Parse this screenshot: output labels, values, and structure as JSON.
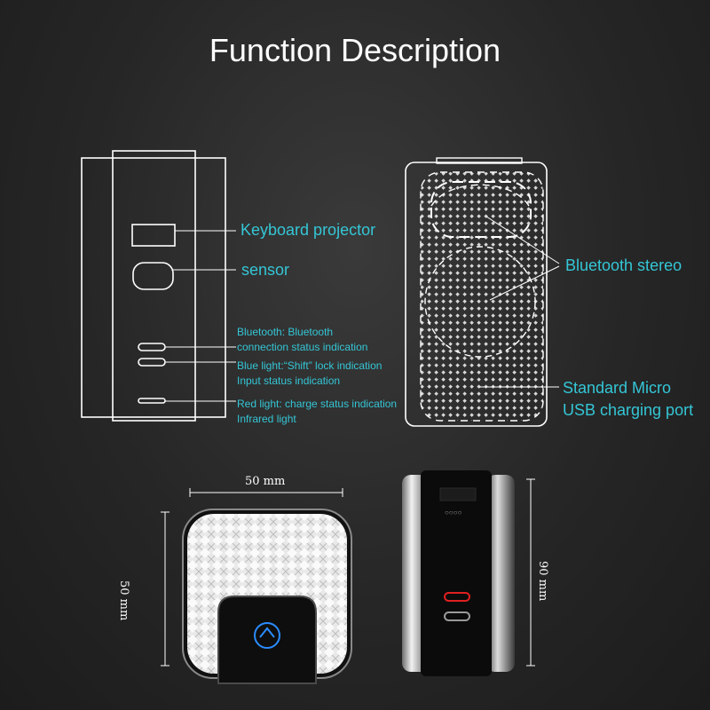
{
  "title": "Function Description",
  "labels": {
    "keyboard_projector": "Keyboard projector",
    "sensor": "sensor",
    "bluetooth_line1": "Bluetooth: Bluetooth",
    "bluetooth_line2": "connection status indication",
    "blue_light_line1": "Blue light:“Shift” lock indication",
    "blue_light_line2": "Input status indication",
    "red_light_line1": "Red light: charge status indication",
    "red_light_line2": "Infrared light",
    "bluetooth_stereo": "Bluetooth stereo",
    "usb_line1": "Standard Micro",
    "usb_line2": "USB charging port"
  },
  "dimensions": {
    "width": "50 mm",
    "height": "50 mm",
    "depth": "90 mm"
  },
  "colors": {
    "accent": "#34c6d6",
    "line": "#ffffff",
    "background": "#262626"
  }
}
